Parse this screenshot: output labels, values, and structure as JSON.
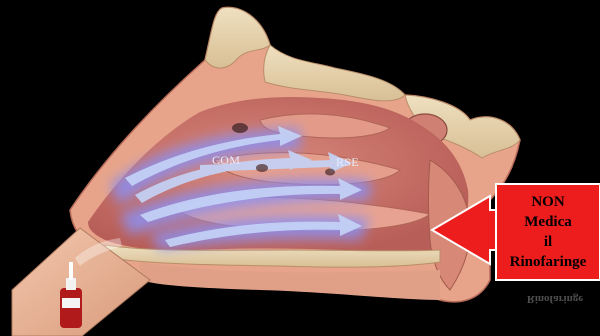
{
  "labels": {
    "com": "COM",
    "rse": "RSE"
  },
  "callout": {
    "line1": "NON",
    "line2": "Medica",
    "line3": "il",
    "line4": "Rinofaringe",
    "reflection": "Rinofaringe"
  },
  "colors": {
    "background": "#000000",
    "tissue": "#e9a48d",
    "cavity": "#c9716a",
    "bone": "#e6d2ae",
    "flow_arrow": "#c4d2f6",
    "flow_glow": "#8b8ff2",
    "callout_red": "#ee1d1d"
  },
  "icons": {
    "spray": "nasal-spray-bottle",
    "arrow": "left-pointing-arrow"
  }
}
